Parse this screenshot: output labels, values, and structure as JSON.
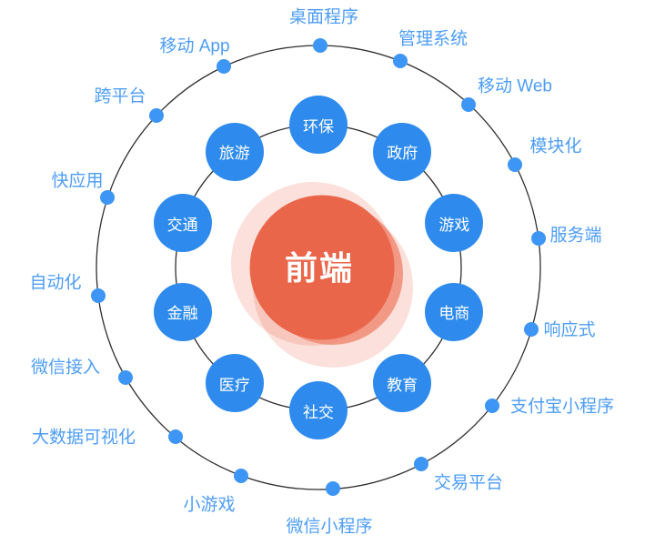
{
  "center": {
    "label": "前端"
  },
  "inner_ring": {
    "items": [
      {
        "label": "环保"
      },
      {
        "label": "政府"
      },
      {
        "label": "游戏"
      },
      {
        "label": "电商"
      },
      {
        "label": "教育"
      },
      {
        "label": "社交"
      },
      {
        "label": "医疗"
      },
      {
        "label": "金融"
      },
      {
        "label": "交通"
      },
      {
        "label": "旅游"
      }
    ]
  },
  "outer_ring": {
    "items": [
      {
        "label": "桌面程序"
      },
      {
        "label": "管理系统"
      },
      {
        "label": "移动 Web"
      },
      {
        "label": "模块化"
      },
      {
        "label": "服务端"
      },
      {
        "label": "响应式"
      },
      {
        "label": "支付宝小程序"
      },
      {
        "label": "交易平台"
      },
      {
        "label": "微信小程序"
      },
      {
        "label": "小游戏"
      },
      {
        "label": "大数据可视化"
      },
      {
        "label": "微信接入"
      },
      {
        "label": "自动化"
      },
      {
        "label": "快应用"
      },
      {
        "label": "跨平台"
      },
      {
        "label": "移动 App"
      }
    ]
  },
  "colors": {
    "node_blue": "#2E8BED",
    "dot_blue": "#3D96F5",
    "label_blue": "#4D9DF7",
    "center_orange": "#E9664A",
    "center_mid_orange": "#EF8168",
    "center_halo_pink": "#FBDFD8",
    "ring_line": "#2E2E2E",
    "background": "#FFFFFF",
    "node_text": "#FFFFFF"
  }
}
